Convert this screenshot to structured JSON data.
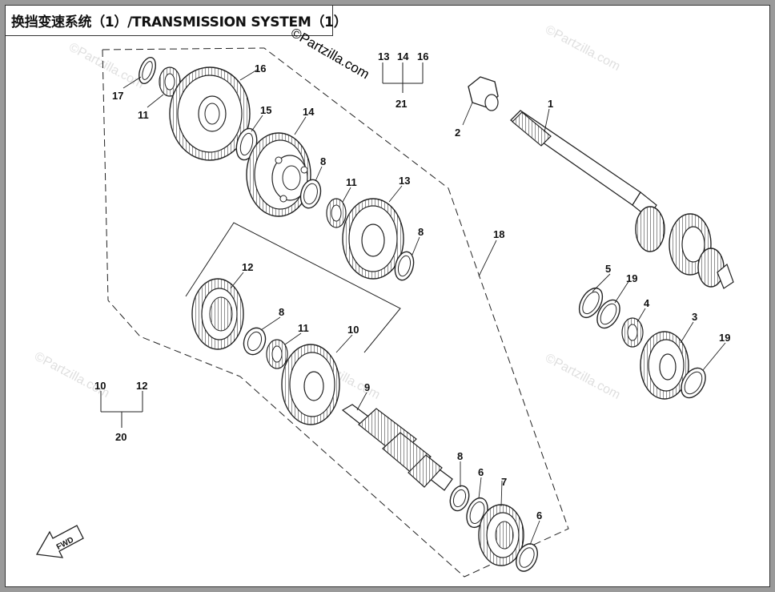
{
  "title": "换挡变速系统（1）/TRANSMISSION SYSTEM（1）",
  "watermark": {
    "main": "©Partzilla.com",
    "faint": "©Partzilla.com"
  },
  "callouts": {
    "c1": "1",
    "c2": "2",
    "c3": "3",
    "c4": "4",
    "c5": "5",
    "c6a": "6",
    "c6b": "6",
    "c7": "7",
    "c8a": "8",
    "c8b": "8",
    "c8c": "8",
    "c8d": "8",
    "c9": "9",
    "c10": "10",
    "c11a": "11",
    "c11b": "11",
    "c11c": "11",
    "c12": "12",
    "c13": "13",
    "c14": "14",
    "c15": "15",
    "c16": "16",
    "c17": "17",
    "c18": "18",
    "c19a": "19",
    "c19b": "19",
    "grp21_a": "13",
    "grp21_b": "14",
    "grp21_c": "16",
    "grp21_total": "21",
    "grp20_a": "10",
    "grp20_b": "12",
    "grp20_total": "20"
  },
  "fwd_label": "FWD",
  "colors": {
    "line": "#222222",
    "frame_bg": "#ffffff",
    "outer_bg": "#9a9a9a"
  }
}
